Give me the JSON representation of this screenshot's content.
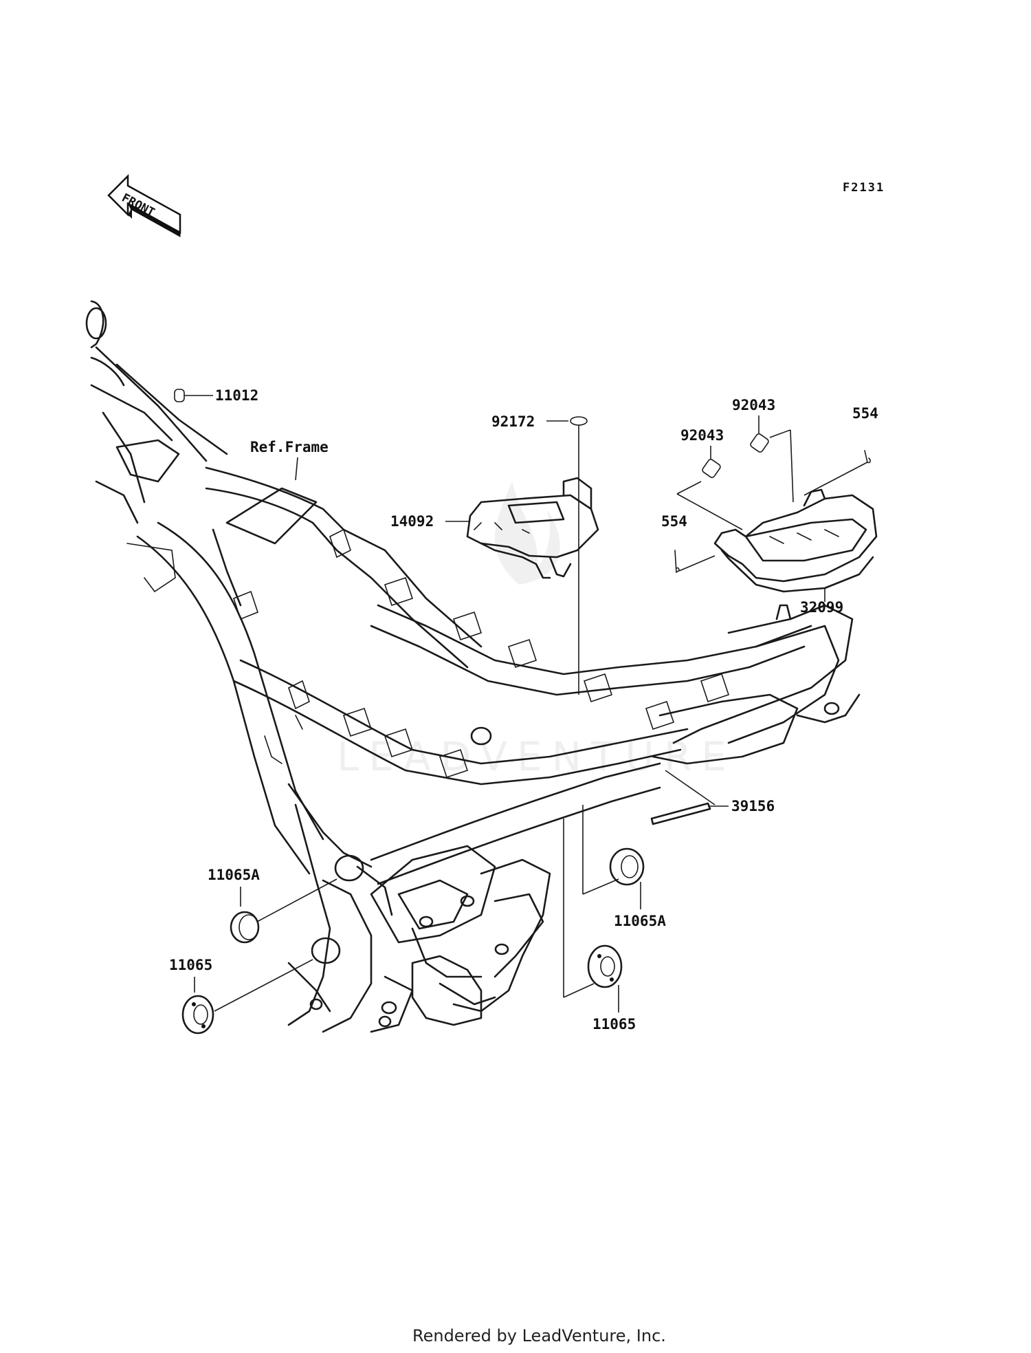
{
  "diagram": {
    "code": "F2131",
    "front_arrow": "FRONT",
    "ref_label": "Ref.Frame",
    "parts": [
      {
        "id": "11012",
        "label": "11012"
      },
      {
        "id": "92172",
        "label": "92172"
      },
      {
        "id": "14092",
        "label": "14092"
      },
      {
        "id": "92043a",
        "label": "92043"
      },
      {
        "id": "92043b",
        "label": "92043"
      },
      {
        "id": "554a",
        "label": "554"
      },
      {
        "id": "554b",
        "label": "554"
      },
      {
        "id": "32099",
        "label": "32099"
      },
      {
        "id": "39156",
        "label": "39156"
      },
      {
        "id": "11065A-left",
        "label": "11065A"
      },
      {
        "id": "11065-left",
        "label": "11065"
      },
      {
        "id": "11065A-right",
        "label": "11065A"
      },
      {
        "id": "11065-right",
        "label": "11065"
      }
    ]
  },
  "watermark": "LEADVENTURE",
  "footer": "Rendered by LeadVenture, Inc."
}
